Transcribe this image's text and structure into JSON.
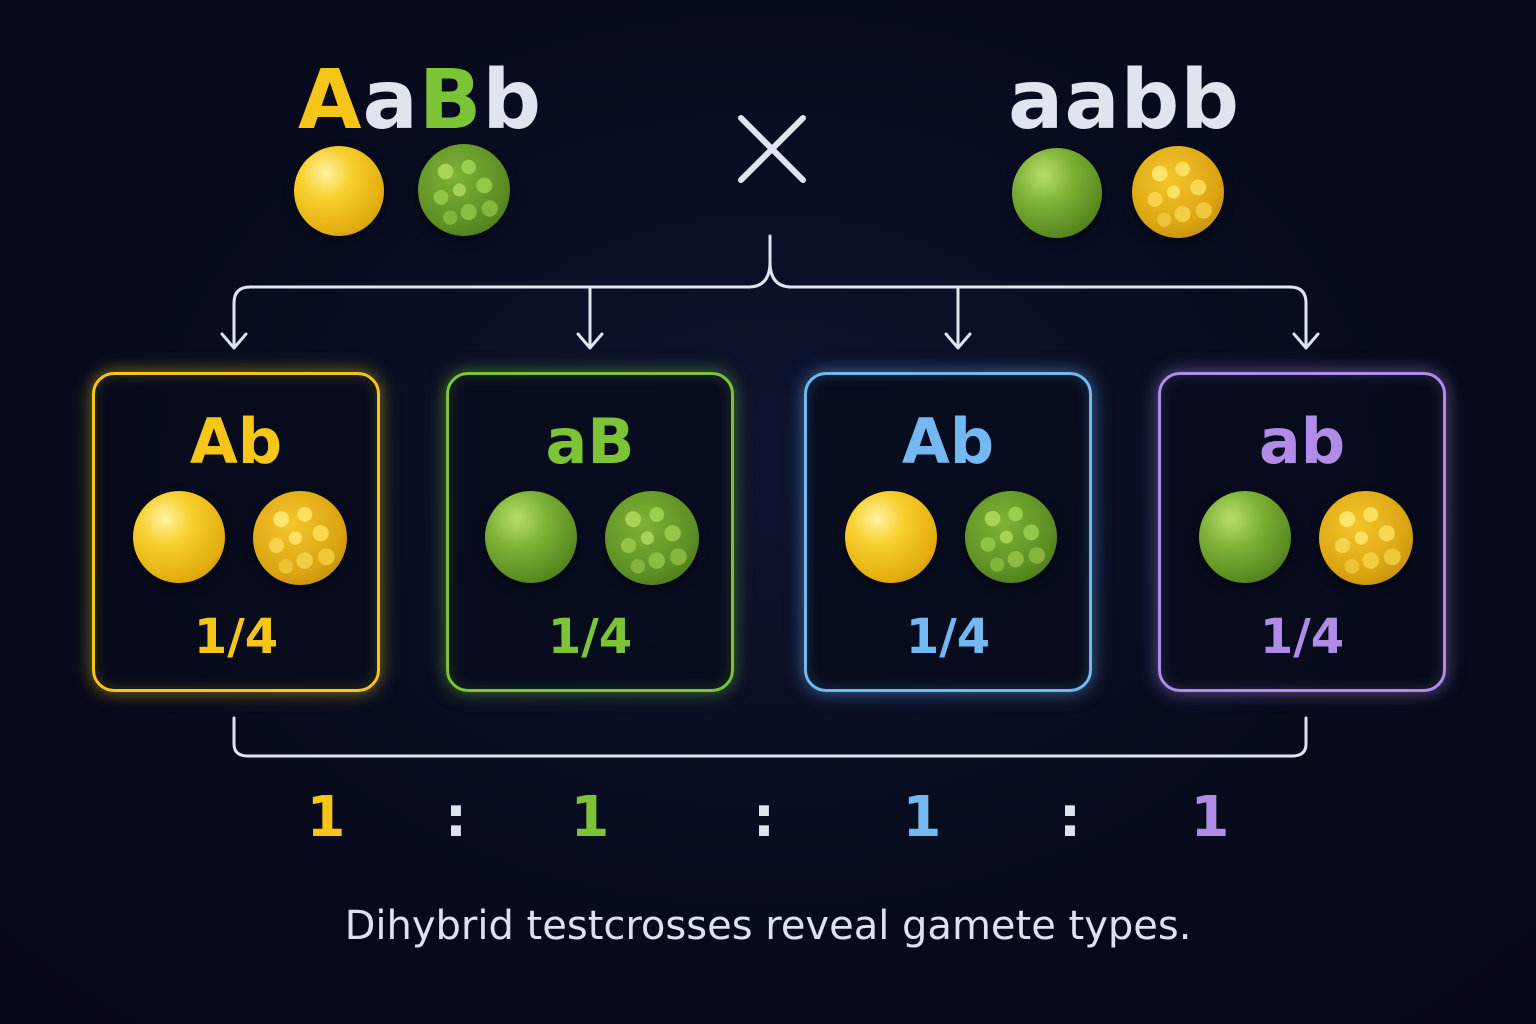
{
  "parent_left": {
    "genotype_letters": [
      {
        "text": "A",
        "color": "#f5c518"
      },
      {
        "text": "a",
        "color": "#dfe4ef"
      },
      {
        "text": "B",
        "color": "#7cc435"
      },
      {
        "text": "b",
        "color": "#dfe4ef"
      }
    ],
    "peas": [
      "smooth-yellow",
      "wrinkled-green"
    ]
  },
  "cross_symbol_icon": "multiply-icon",
  "parent_right": {
    "genotype": "aabb",
    "color": "#dfe4ef",
    "peas": [
      "smooth-green",
      "wrinkled-yellow"
    ]
  },
  "gametes": [
    {
      "label": "Ab",
      "fraction": "1/4",
      "color": "#f5c518",
      "peas": [
        "smooth-yellow",
        "wrinkled-yellow"
      ]
    },
    {
      "label": "aB",
      "fraction": "1/4",
      "color": "#7cc435",
      "peas": [
        "smooth-green",
        "wrinkled-green"
      ]
    },
    {
      "label": "Ab",
      "fraction": "1/4",
      "color": "#74b8f2",
      "peas": [
        "smooth-yellow",
        "wrinkled-green"
      ]
    },
    {
      "label": "ab",
      "fraction": "1/4",
      "color": "#b08ce8",
      "peas": [
        "smooth-green",
        "wrinkled-yellow"
      ]
    }
  ],
  "ratio": [
    {
      "text": "1",
      "color": "#f5c518"
    },
    {
      "text": ":",
      "color": "#dfe4ef"
    },
    {
      "text": "1",
      "color": "#7cc435"
    },
    {
      "text": ":",
      "color": "#dfe4ef"
    },
    {
      "text": "1",
      "color": "#74b8f2"
    },
    {
      "text": ":",
      "color": "#dfe4ef"
    },
    {
      "text": "1",
      "color": "#b08ce8"
    }
  ],
  "caption": "Dihybrid testcrosses reveal gamete types."
}
